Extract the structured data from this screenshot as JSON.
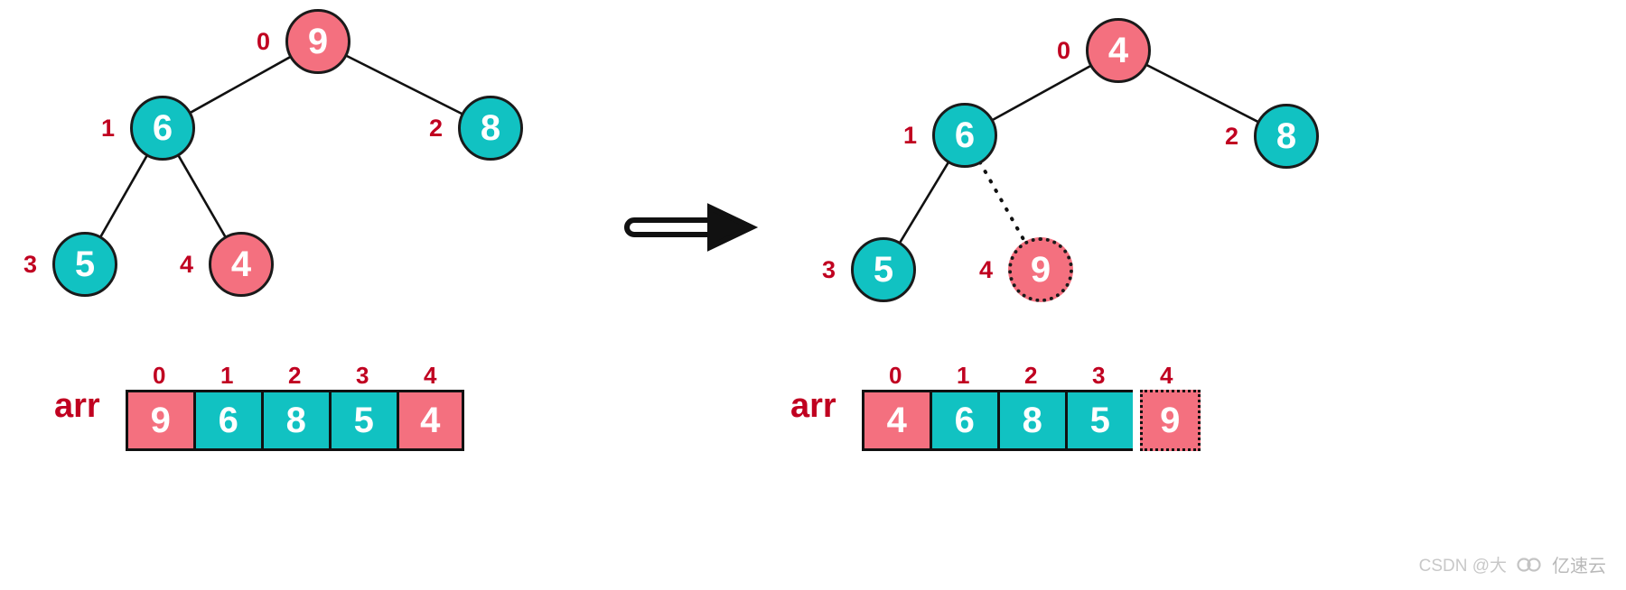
{
  "diagram": {
    "title": "heap-replace-root-with-last-element",
    "colors": {
      "pink": "#f4707f",
      "teal": "#11c2c2",
      "index_red": "#c00020",
      "stroke": "#1a1a1a",
      "background": "#ffffff"
    },
    "arrow": {
      "name": "right-arrow",
      "glyph": "➡"
    }
  },
  "left": {
    "array_label": "arr",
    "tree": {
      "nodes": [
        {
          "id": "L0",
          "value": "9",
          "index": "0",
          "color": "pink",
          "ghost": false
        },
        {
          "id": "L1",
          "value": "6",
          "index": "1",
          "color": "teal",
          "ghost": false
        },
        {
          "id": "L2",
          "value": "8",
          "index": "2",
          "color": "teal",
          "ghost": false
        },
        {
          "id": "L3",
          "value": "5",
          "index": "3",
          "color": "teal",
          "ghost": false
        },
        {
          "id": "L4",
          "value": "4",
          "index": "4",
          "color": "pink",
          "ghost": false
        }
      ],
      "edges": [
        {
          "from": "L0",
          "to": "L1",
          "style": "solid"
        },
        {
          "from": "L0",
          "to": "L2",
          "style": "solid"
        },
        {
          "from": "L1",
          "to": "L3",
          "style": "solid"
        },
        {
          "from": "L1",
          "to": "L4",
          "style": "solid"
        }
      ]
    },
    "array": {
      "indices": [
        "0",
        "1",
        "2",
        "3",
        "4"
      ],
      "values": [
        "9",
        "6",
        "8",
        "5",
        "4"
      ],
      "colors": [
        "pink",
        "teal",
        "teal",
        "teal",
        "pink"
      ],
      "ghost": [
        false,
        false,
        false,
        false,
        false
      ]
    }
  },
  "right": {
    "array_label": "arr",
    "tree": {
      "nodes": [
        {
          "id": "R0",
          "value": "4",
          "index": "0",
          "color": "pink",
          "ghost": false
        },
        {
          "id": "R1",
          "value": "6",
          "index": "1",
          "color": "teal",
          "ghost": false
        },
        {
          "id": "R2",
          "value": "8",
          "index": "2",
          "color": "teal",
          "ghost": false
        },
        {
          "id": "R3",
          "value": "5",
          "index": "3",
          "color": "teal",
          "ghost": false
        },
        {
          "id": "R4",
          "value": "9",
          "index": "4",
          "color": "pink",
          "ghost": true
        }
      ],
      "edges": [
        {
          "from": "R0",
          "to": "R1",
          "style": "solid"
        },
        {
          "from": "R0",
          "to": "R2",
          "style": "solid"
        },
        {
          "from": "R1",
          "to": "R3",
          "style": "solid"
        },
        {
          "from": "R1",
          "to": "R4",
          "style": "dotted"
        }
      ]
    },
    "array": {
      "indices": [
        "0",
        "1",
        "2",
        "3",
        "4"
      ],
      "values": [
        "4",
        "6",
        "8",
        "5",
        "9"
      ],
      "colors": [
        "pink",
        "teal",
        "teal",
        "teal",
        "pink"
      ],
      "ghost": [
        false,
        false,
        false,
        false,
        true
      ]
    }
  },
  "watermark": {
    "csdn": "CSDN @大",
    "cn": "亿速云"
  }
}
